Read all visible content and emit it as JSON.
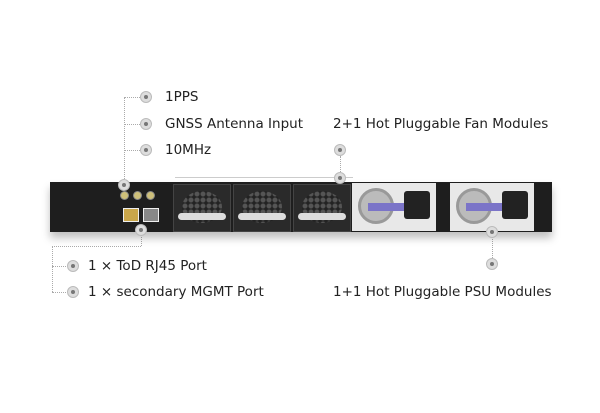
{
  "labels": {
    "pps": "1PPS",
    "gnss": "GNSS Antenna Input",
    "mhz": "10MHz",
    "fans": "2+1 Hot Pluggable Fan Modules",
    "tod": "1 × ToD RJ45 Port",
    "mgmt": "1 × secondary MGMT Port",
    "psu": "1+1 Hot Pluggable PSU Modules"
  },
  "colors": {
    "psu_handle": "#7b74c8",
    "bnc": "#cdbf7a"
  }
}
